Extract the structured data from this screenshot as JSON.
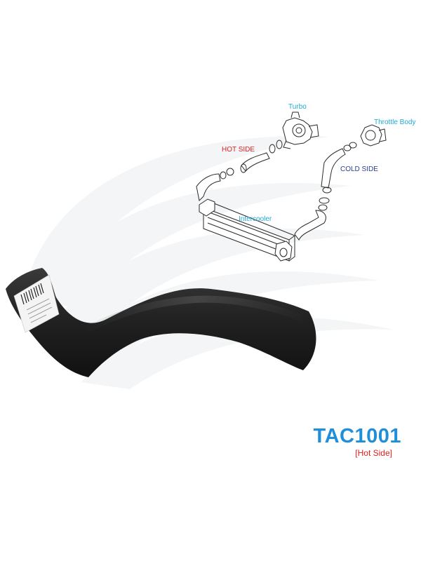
{
  "diagram": {
    "labels": {
      "turbo": "Turbo",
      "throttle_body": "Throttle Body",
      "hot_side": "HOT SIDE",
      "cold_side": "COLD SIDE",
      "intercooler": "Intercooler"
    }
  },
  "product": {
    "code": "TAC1001",
    "variant": "[Hot Side]"
  },
  "colors": {
    "accent_blue": "#1e8fd8",
    "label_cyan": "#1fa9d6",
    "label_red": "#e02020",
    "label_navy": "#2b3f8f",
    "hose_black": "#1e1e1e"
  }
}
